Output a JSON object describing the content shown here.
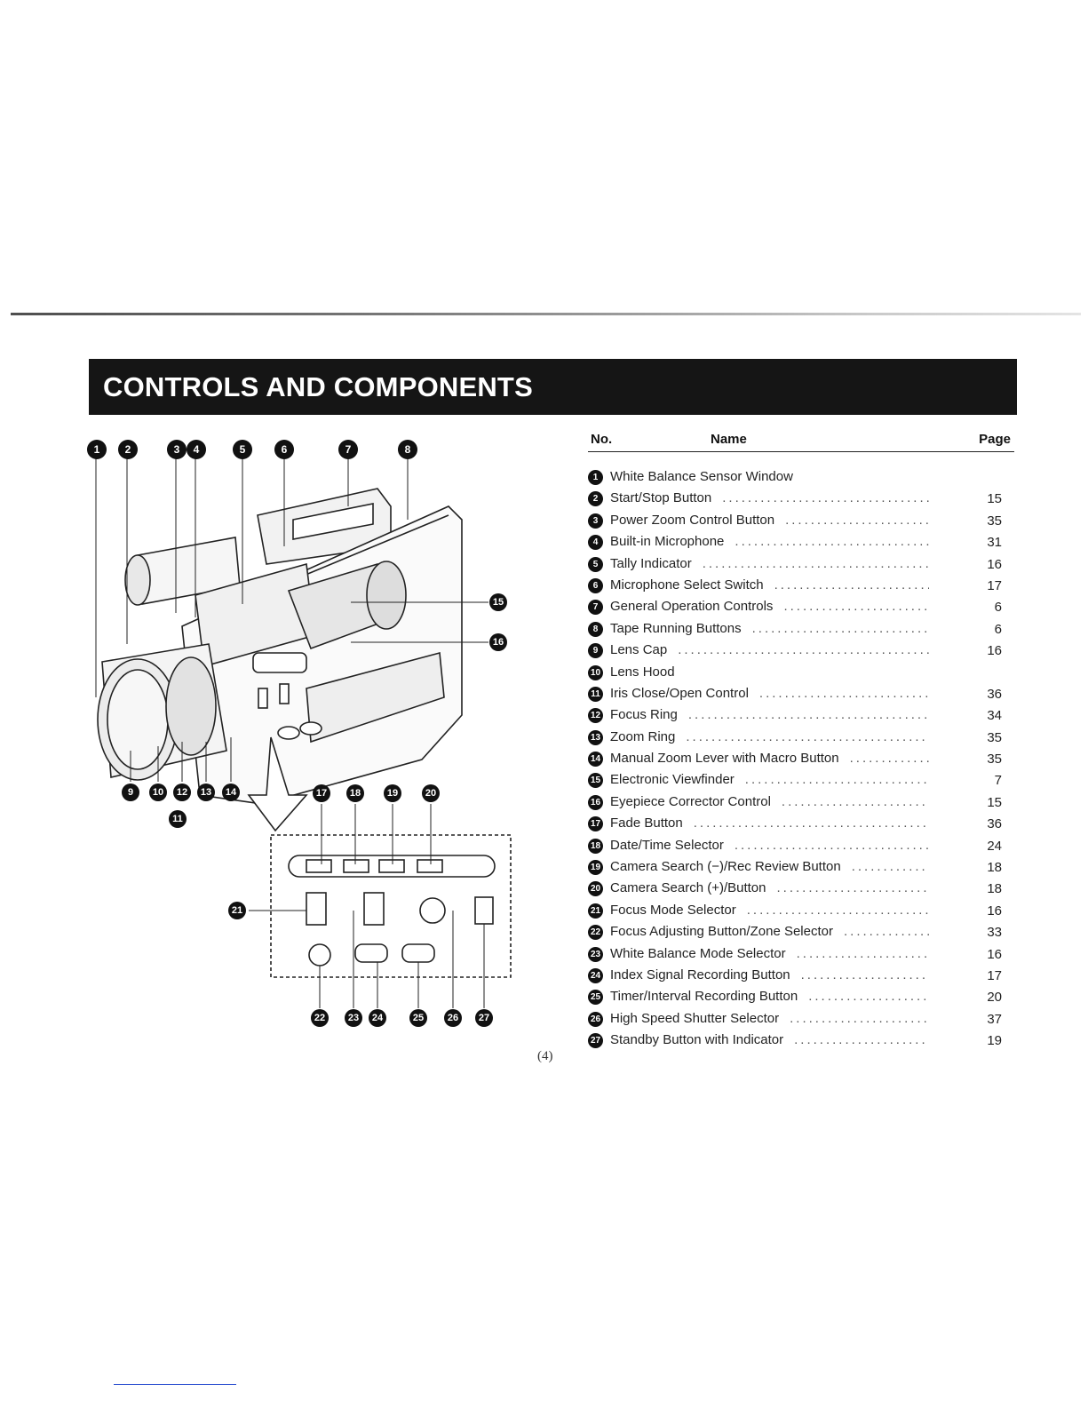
{
  "page": {
    "title": "CONTROLS AND COMPONENTS",
    "page_number": "(4)"
  },
  "table": {
    "headers": {
      "no": "No.",
      "name": "Name",
      "page": "Page"
    },
    "rows": [
      {
        "no": "1",
        "name": "White Balance Sensor Window",
        "page": ""
      },
      {
        "no": "2",
        "name": "Start/Stop Button",
        "page": "15"
      },
      {
        "no": "3",
        "name": "Power Zoom Control Button",
        "page": "35"
      },
      {
        "no": "4",
        "name": "Built-in Microphone",
        "page": "31"
      },
      {
        "no": "5",
        "name": "Tally Indicator",
        "page": "16"
      },
      {
        "no": "6",
        "name": "Microphone Select Switch",
        "page": "17"
      },
      {
        "no": "7",
        "name": "General Operation Controls",
        "page": "6"
      },
      {
        "no": "8",
        "name": "Tape Running Buttons",
        "page": "6"
      },
      {
        "no": "9",
        "name": "Lens Cap",
        "page": "16"
      },
      {
        "no": "10",
        "name": "Lens Hood",
        "page": ""
      },
      {
        "no": "11",
        "name": "Iris Close/Open Control",
        "page": "36"
      },
      {
        "no": "12",
        "name": "Focus Ring",
        "page": "34"
      },
      {
        "no": "13",
        "name": "Zoom Ring",
        "page": "35"
      },
      {
        "no": "14",
        "name": "Manual Zoom Lever with Macro Button",
        "page": "35"
      },
      {
        "no": "15",
        "name": "Electronic Viewfinder",
        "page": "7"
      },
      {
        "no": "16",
        "name": "Eyepiece Corrector Control",
        "page": "15"
      },
      {
        "no": "17",
        "name": "Fade Button",
        "page": "36"
      },
      {
        "no": "18",
        "name": "Date/Time Selector",
        "page": "24"
      },
      {
        "no": "19",
        "name": "Camera Search (−)/Rec Review Button",
        "page": "18"
      },
      {
        "no": "20",
        "name": "Camera Search (+)/Button",
        "page": "18"
      },
      {
        "no": "21",
        "name": "Focus Mode Selector",
        "page": "16"
      },
      {
        "no": "22",
        "name": "Focus Adjusting Button/Zone Selector",
        "page": "33"
      },
      {
        "no": "23",
        "name": "White Balance Mode Selector",
        "page": "16"
      },
      {
        "no": "24",
        "name": "Index Signal Recording Button",
        "page": "17"
      },
      {
        "no": "25",
        "name": "Timer/Interval Recording Button",
        "page": "20"
      },
      {
        "no": "26",
        "name": "High Speed Shutter Selector",
        "page": "37"
      },
      {
        "no": "27",
        "name": "Standby Button with Indicator",
        "page": "19"
      }
    ]
  },
  "figure": {
    "callouts": {
      "c1": "1",
      "c2": "2",
      "c3": "3",
      "c4": "4",
      "c5": "5",
      "c6": "6",
      "c7": "7",
      "c8": "8",
      "c9": "9",
      "c10": "10",
      "c11": "11",
      "c12": "12",
      "c13": "13",
      "c14": "14",
      "c15": "15",
      "c16": "16",
      "c17": "17",
      "c18": "18",
      "c19": "19",
      "c20": "20",
      "c21": "21",
      "c22": "22",
      "c23": "23",
      "c24": "24",
      "c25": "25",
      "c26": "26",
      "c27": "27"
    }
  }
}
